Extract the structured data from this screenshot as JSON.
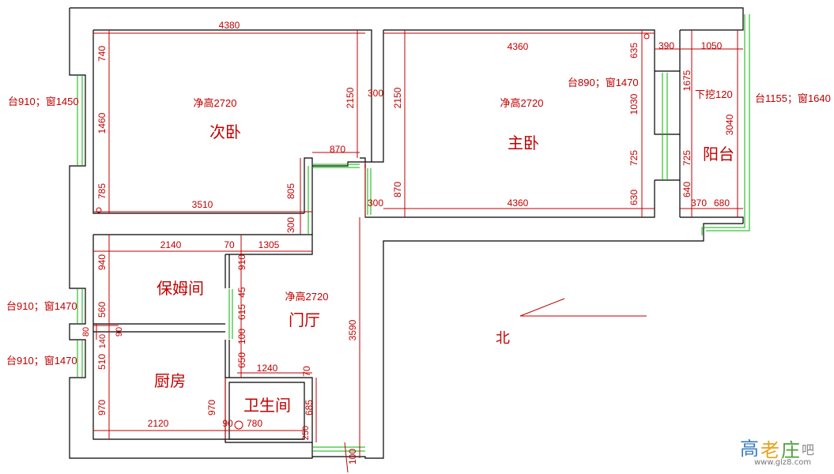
{
  "rooms": {
    "secondary_bedroom": "次卧",
    "master_bedroom": "主卧",
    "balcony": "阳台",
    "nanny_room": "保姆间",
    "foyer": "门厅",
    "kitchen": "厨房",
    "bathroom": "卫生间"
  },
  "ceiling_height": "净高2720",
  "north": "北",
  "window_notes": {
    "west_top": "台910；窗1450",
    "west_mid": "台910；窗1470",
    "west_low": "台910；窗1470",
    "master_inner": "台890；窗1470",
    "east": "台1155；窗1640",
    "balcony_drop": "下挖120"
  },
  "dimensions": {
    "d4380": "4380",
    "d740": "740",
    "d1460": "1460",
    "d785": "785",
    "d3510": "3510",
    "d2150a": "2150",
    "d300a": "300",
    "d2150b": "2150",
    "d870a": "870",
    "d805": "805",
    "d300b": "300",
    "d4360a": "4360",
    "d635": "635",
    "d390": "390",
    "d1050": "1050",
    "d1675": "1675",
    "d1030": "1030",
    "d725a": "725",
    "d725b": "725",
    "d3040": "3040",
    "d870b": "870",
    "d300c": "300",
    "d4360b": "4360",
    "d630": "630",
    "d640": "640",
    "d370": "370",
    "d680": "680",
    "d2140": "2140",
    "d70a": "70",
    "d1305": "1305",
    "d940": "940",
    "d910": "910",
    "d560": "560",
    "d615": "615",
    "d45": "45",
    "d80": "80",
    "d90a": "90",
    "d140": "140",
    "d100a": "100",
    "d510": "510",
    "d650": "650",
    "d1240": "1240",
    "d70b": "70",
    "d3590": "3590",
    "d970a": "970",
    "d970b": "970",
    "d685": "685",
    "d2120": "2120",
    "d90b": "90",
    "d780": "780",
    "d250": "250",
    "d100b": "100"
  },
  "watermark": {
    "c1": "高",
    "c2": "老",
    "c3": "庄",
    "c4": "吧",
    "url": "www.glz8.com"
  }
}
